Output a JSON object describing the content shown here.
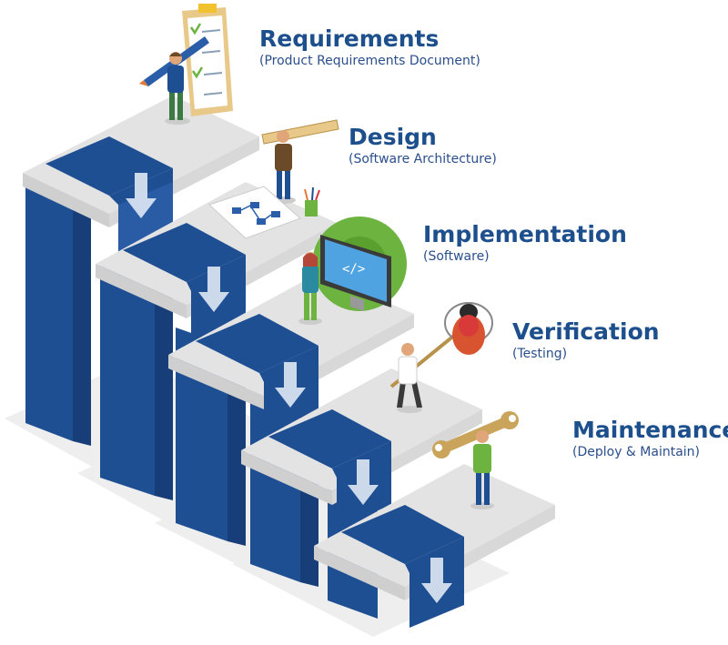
{
  "colors": {
    "title": "#1c4f8c",
    "subtitle": "#2a4f8c",
    "flow": "#1f4f93",
    "flow_dark": "#173e78",
    "flow_light": "#4f86c9",
    "step_top": "#e3e3e3",
    "step_side": "#cfcfcf",
    "shadow": "#ededed"
  },
  "steps": [
    {
      "title": "Requirements",
      "subtitle": "(Product Requirements Document)",
      "figure": "person-with-pencil-and-clipboard"
    },
    {
      "title": "Design",
      "subtitle": "(Software Architecture)",
      "figure": "person-with-ruler"
    },
    {
      "title": "Implementation",
      "subtitle": "(Software)",
      "figure": "person-with-monitor-and-gear"
    },
    {
      "title": "Verification",
      "subtitle": "(Testing)",
      "figure": "person-catching-bug-with-net"
    },
    {
      "title": "Maintenance",
      "subtitle": "(Deploy & Maintain)",
      "figure": "person-with-wrench"
    }
  ]
}
